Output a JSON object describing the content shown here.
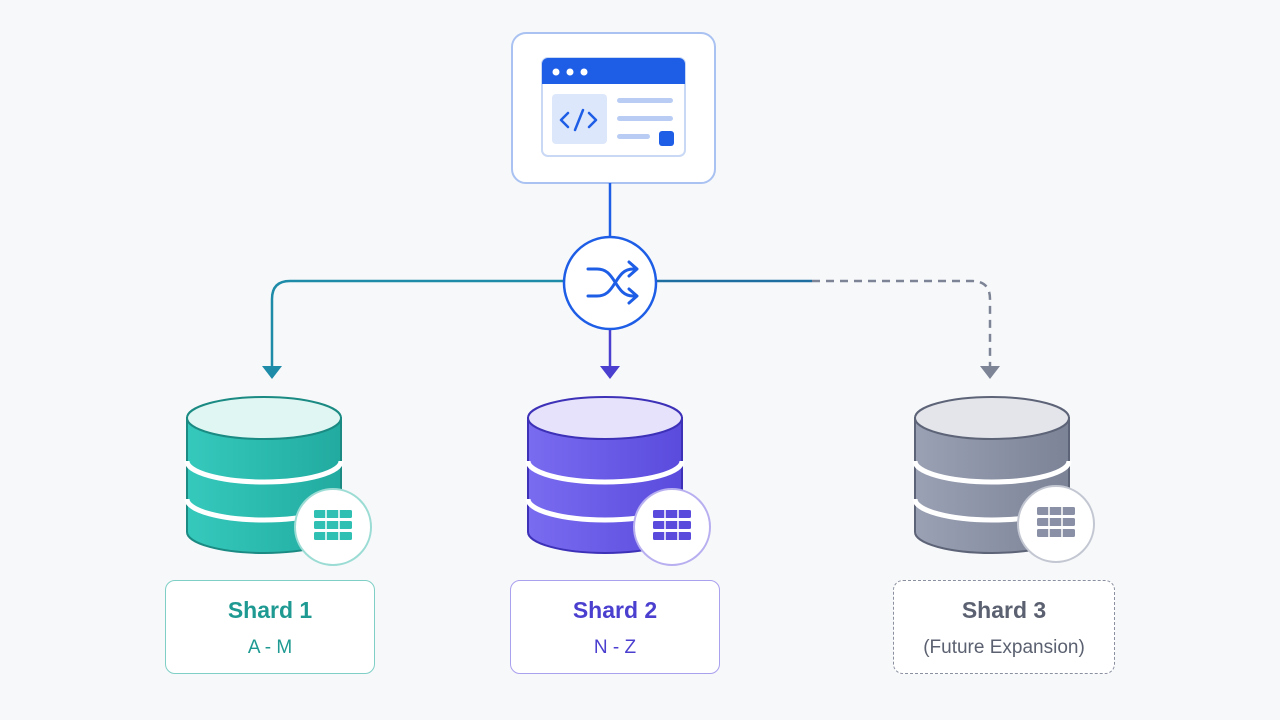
{
  "colors": {
    "router": "#1e5ee6",
    "shard_1": "#2fbfb3",
    "shard_2": "#6b5ce8",
    "shard_3": "#8a91a6",
    "connector_left": "#1e8ca8",
    "connector_right": "#5b6fa0"
  },
  "client": {
    "icon": "code-browser-window-icon"
  },
  "router": {
    "icon": "shuffle-icon"
  },
  "shards": [
    {
      "title": "Shard 1",
      "range": "A - M",
      "icon": "database-icon",
      "badge_icon": "table-icon",
      "status": "active"
    },
    {
      "title": "Shard 2",
      "range": "N - Z",
      "icon": "database-icon",
      "badge_icon": "table-icon",
      "status": "active"
    },
    {
      "title": "Shard 3",
      "range": "(Future Expansion)",
      "icon": "database-icon",
      "badge_icon": "table-icon",
      "status": "future"
    }
  ]
}
